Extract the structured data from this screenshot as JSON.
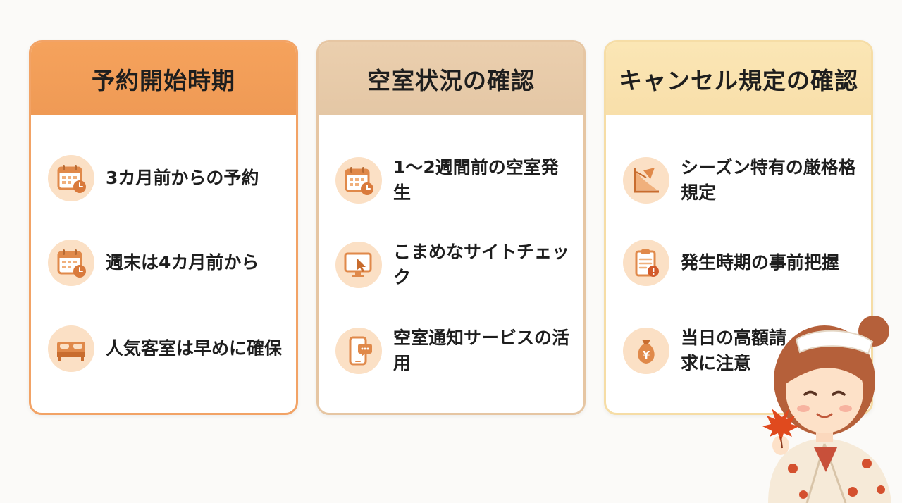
{
  "cards": [
    {
      "title": "予約開始時期",
      "items": [
        {
          "icon": "calendar-clock-icon",
          "text": "3カ月前からの予約"
        },
        {
          "icon": "calendar-clock-icon",
          "text": "週末は4カ月前から"
        },
        {
          "icon": "bed-icon",
          "text": "人気客室は早めに確保"
        }
      ]
    },
    {
      "title": "空室状況の確認",
      "items": [
        {
          "icon": "calendar-clock-icon",
          "text": "1〜2週間前の空室発生"
        },
        {
          "icon": "monitor-cursor-icon",
          "text": "こまめなサイトチェック"
        },
        {
          "icon": "phone-notification-icon",
          "text": "空室通知サービスの活用"
        }
      ]
    },
    {
      "title": "キャンセル規定の確認",
      "items": [
        {
          "icon": "declining-chart-icon",
          "text": "シーズン特有の厳格格規定"
        },
        {
          "icon": "clipboard-alert-icon",
          "text": "発生時期の事前把握"
        },
        {
          "icon": "money-bag-yen-icon",
          "text": "当日の高額請求に注意"
        }
      ]
    }
  ],
  "colors": {
    "card1_header": "#f5a25c",
    "card2_header": "#ebcfae",
    "card3_header": "#fbe6b5",
    "icon_accent": "#e0894a",
    "icon_bg": "#fbe0c5"
  }
}
